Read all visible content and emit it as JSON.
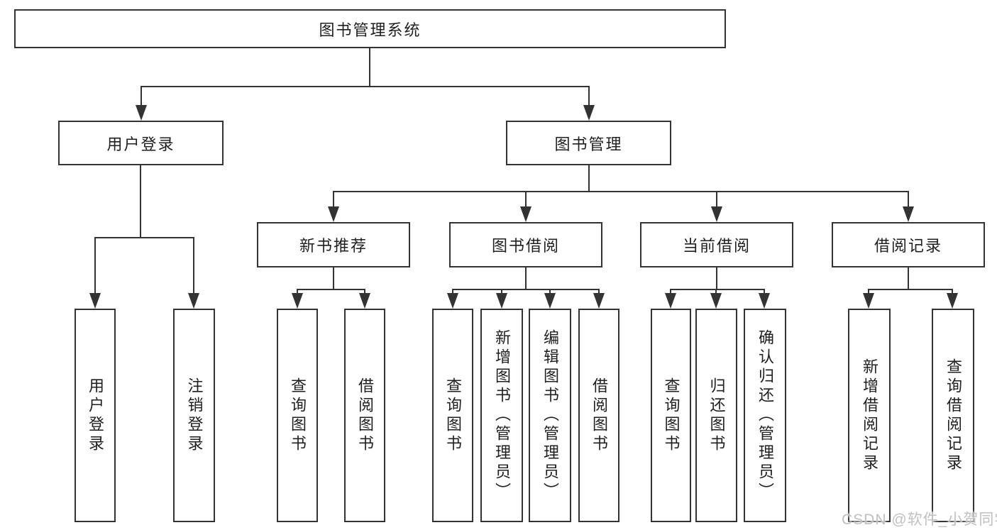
{
  "diagram": {
    "type": "hierarchy-tree",
    "root": {
      "label": "图书管理系统"
    },
    "branches": [
      {
        "label": "用户登录",
        "children": [
          {
            "label": "用户登录"
          },
          {
            "label": "注销登录"
          }
        ]
      },
      {
        "label": "图书管理",
        "children": [
          {
            "label": "新书推荐",
            "children": [
              {
                "label": "查询图书"
              },
              {
                "label": "借阅图书"
              }
            ]
          },
          {
            "label": "图书借阅",
            "children": [
              {
                "label": "查询图书"
              },
              {
                "label": "新增图书（管理员）"
              },
              {
                "label": "编辑图书（管理员）"
              },
              {
                "label": "借阅图书"
              }
            ]
          },
          {
            "label": "当前借阅",
            "children": [
              {
                "label": "查询图书"
              },
              {
                "label": "归还图书"
              },
              {
                "label": "确认归还（管理员）"
              }
            ]
          },
          {
            "label": "借阅记录",
            "children": [
              {
                "label": "新增借阅记录"
              },
              {
                "label": "查询借阅记录"
              }
            ]
          }
        ]
      }
    ]
  },
  "watermark": {
    "text": "CSDN @软件_小贺同学"
  },
  "colors": {
    "line": "#333333",
    "text": "#1f1f1f",
    "box_background": "#ffffff",
    "page_background": "#ffffff",
    "watermark": "#c0c0c0"
  }
}
